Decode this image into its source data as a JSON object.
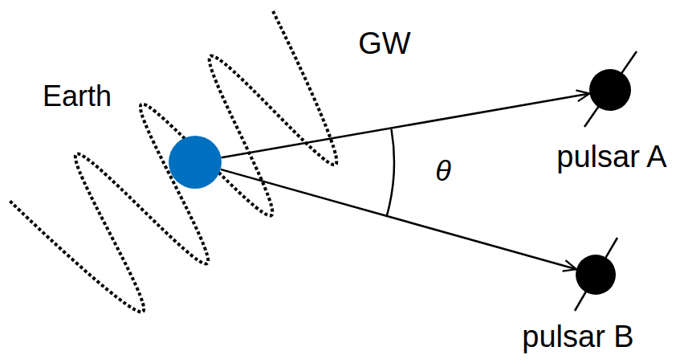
{
  "diagram": {
    "nodes": [
      {
        "text": [
          "Earth"
        ]
      },
      {
        "text": [
          "pulsar A"
        ]
      },
      {
        "text": [
          "pulsar B"
        ]
      }
    ],
    "edges": [
      {
        "from": 0,
        "to": 1,
        "arrow": "to"
      },
      {
        "from": 0,
        "to": 2,
        "arrow": "to"
      }
    ],
    "labels": [
      "GW",
      "θ"
    ]
  }
}
